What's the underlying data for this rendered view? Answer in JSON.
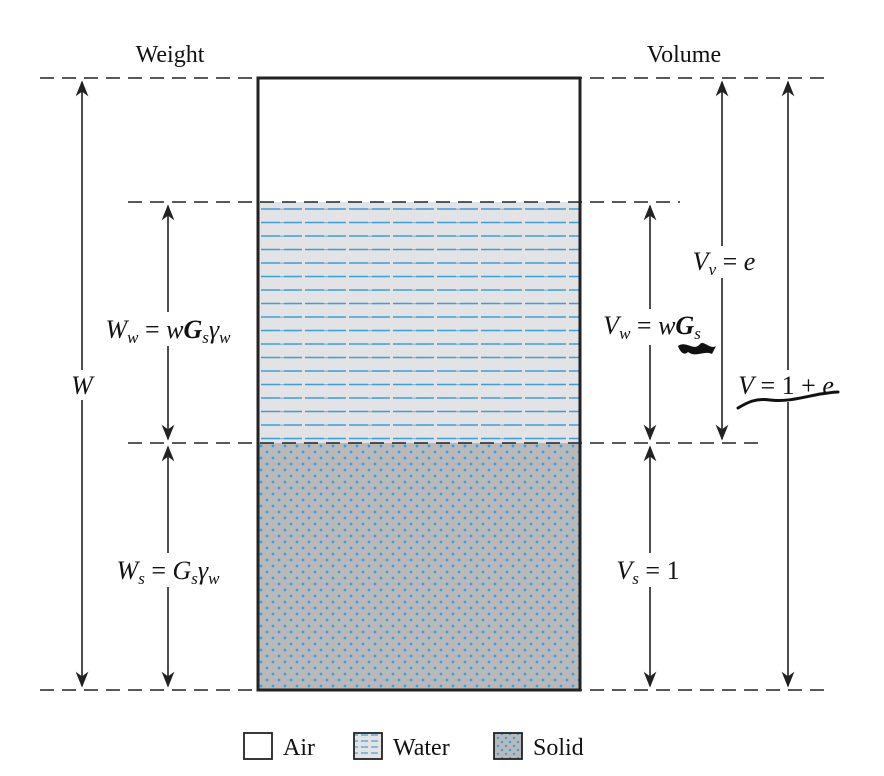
{
  "headers": {
    "weight": "Weight",
    "volume": "Volume"
  },
  "labels": {
    "W": "W",
    "Ww": "Ww = wGsγw",
    "Ws": "Ws = GsγW",
    "Vv": "Vv = e",
    "Vw": "Vw = wGs",
    "V": "V = 1 + e",
    "Vs": "Vs = 1"
  },
  "legend": [
    {
      "key": "air",
      "label": "Air"
    },
    {
      "key": "water",
      "label": "Water"
    },
    {
      "key": "solid",
      "label": "Solid"
    }
  ],
  "colors": {
    "line": "#222222",
    "water_fill": "#e3e3e5",
    "water_dash": "#3aa0dc",
    "solid_fill": "#b9b9bc",
    "solid_dot": "#3aa0dc",
    "annotation_ink": "#111111"
  },
  "icons": [
    "arrow-up-icon",
    "arrow-down-icon",
    "handwritten-scribble-icon"
  ]
}
